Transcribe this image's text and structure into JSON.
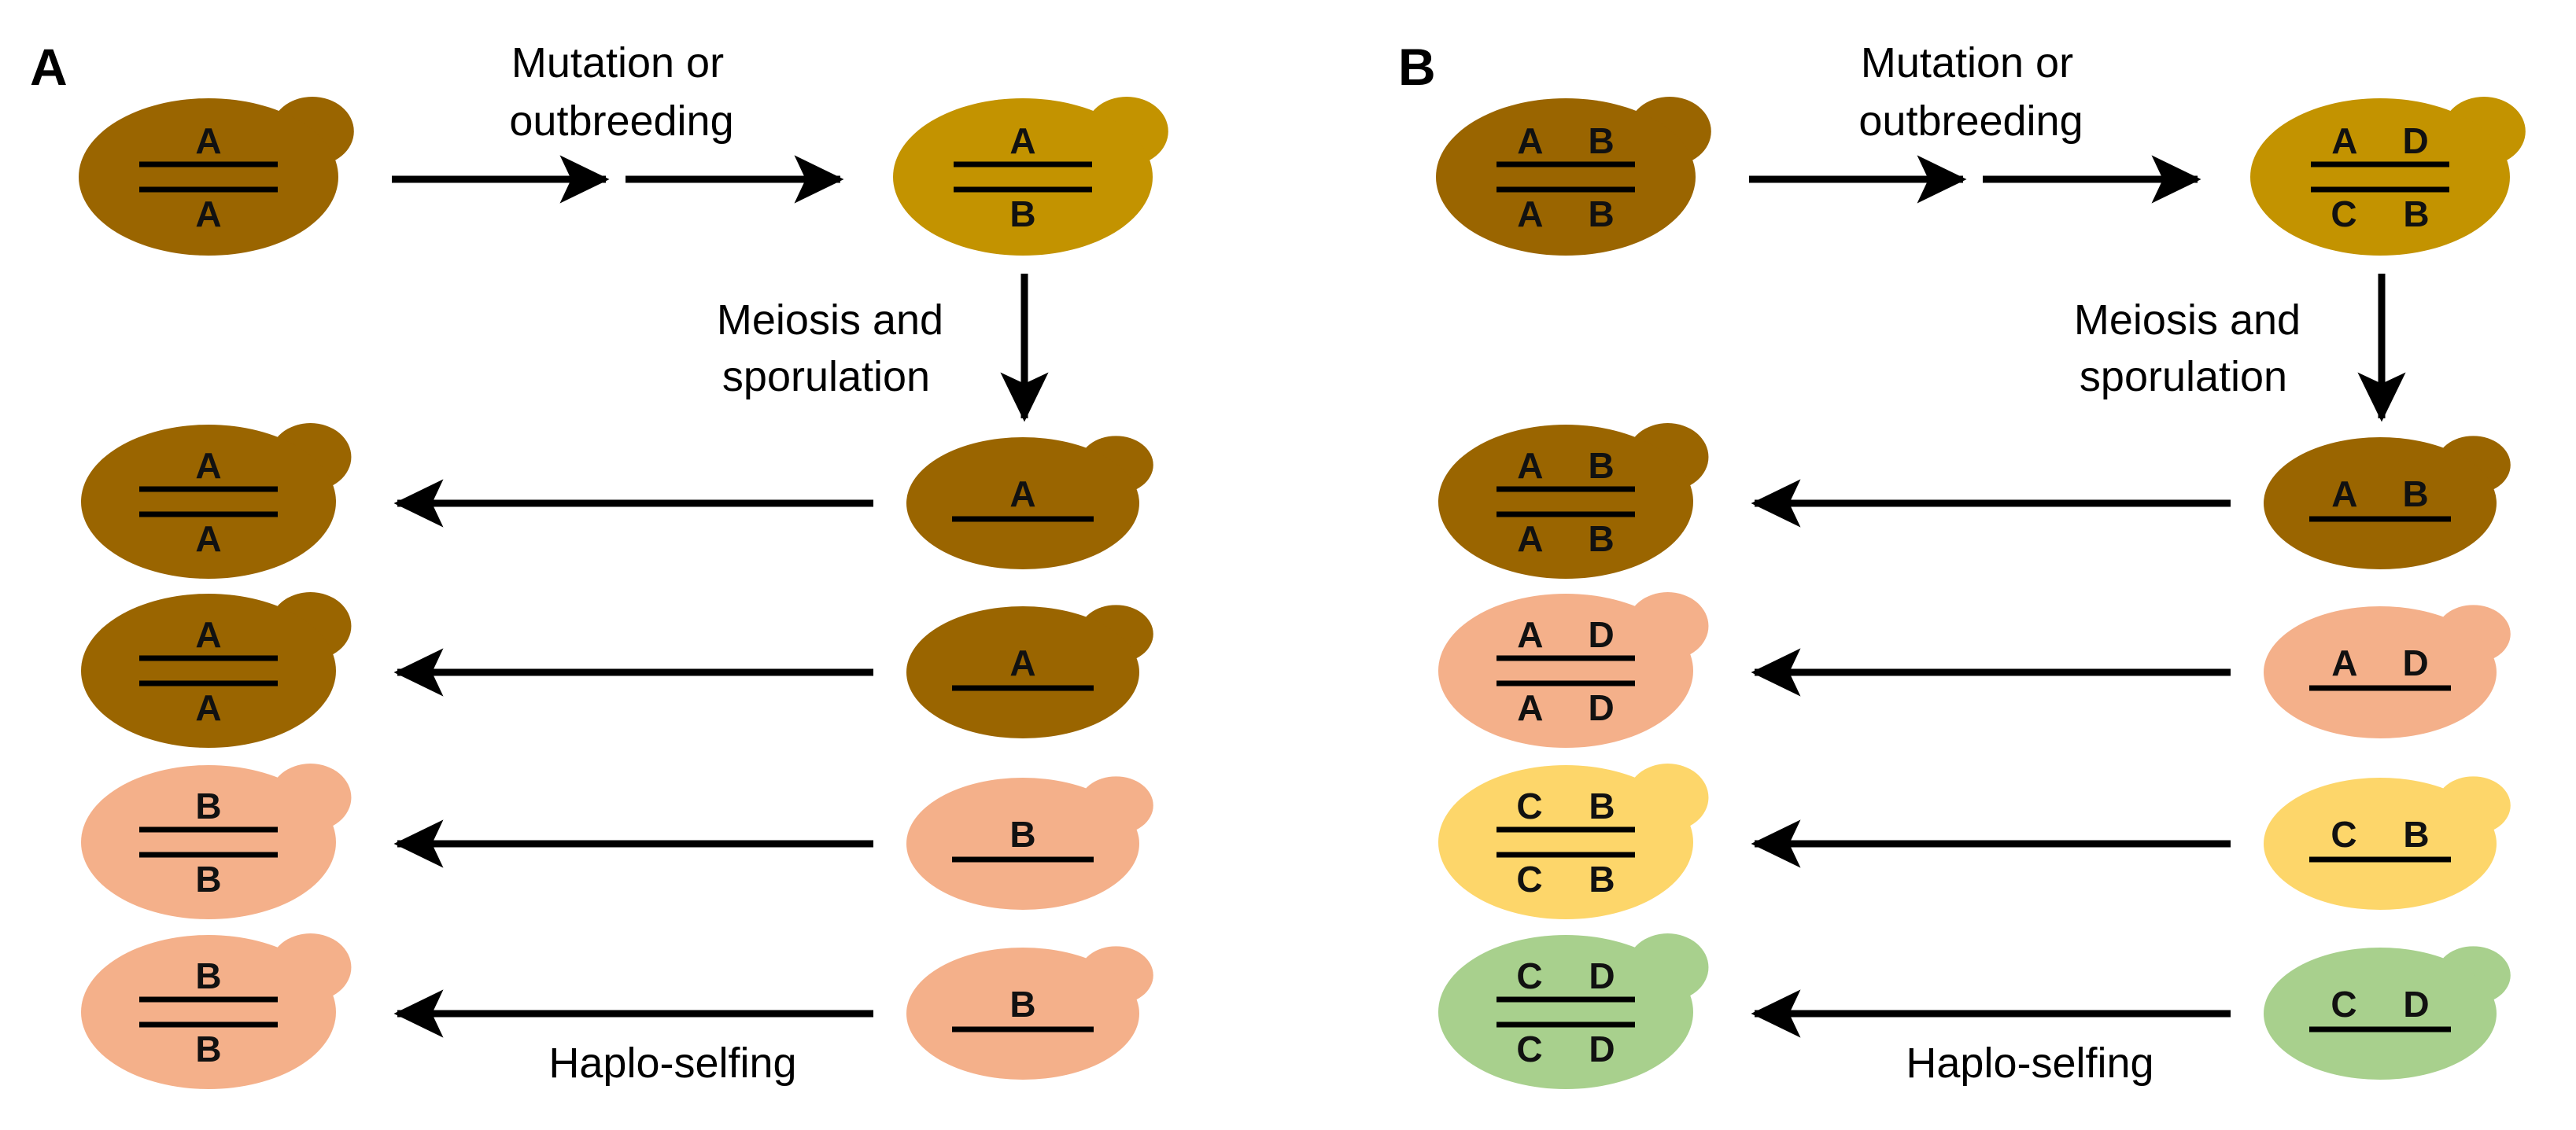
{
  "colors": {
    "dark_brown": "#9a6500",
    "gold": "#c39300",
    "salmon": "#f4b08a",
    "yellow": "#fdd66a",
    "green": "#a8d08d",
    "line": "#000000"
  },
  "panels": [
    {
      "id": "A",
      "label": "A",
      "captions": {
        "top": [
          "Mutation or",
          "outbreeding"
        ],
        "middle": [
          "Meiosis and",
          "sporulation"
        ],
        "bottom": "Haplo-selfing"
      },
      "parent": {
        "color": "dark_brown",
        "top": "A",
        "bottom": "A"
      },
      "hybrid": {
        "color": "gold",
        "top": "A",
        "bottom": "B"
      },
      "haploids": [
        {
          "color": "dark_brown",
          "alleles": "A"
        },
        {
          "color": "dark_brown",
          "alleles": "A"
        },
        {
          "color": "salmon",
          "alleles": "B"
        },
        {
          "color": "salmon",
          "alleles": "B"
        }
      ],
      "diploids": [
        {
          "color": "dark_brown",
          "top": "A",
          "bottom": "A"
        },
        {
          "color": "dark_brown",
          "top": "A",
          "bottom": "A"
        },
        {
          "color": "salmon",
          "top": "B",
          "bottom": "B"
        },
        {
          "color": "salmon",
          "top": "B",
          "bottom": "B"
        }
      ]
    },
    {
      "id": "B",
      "label": "B",
      "captions": {
        "top": [
          "Mutation or",
          "outbreeding"
        ],
        "middle": [
          "Meiosis and",
          "sporulation"
        ],
        "bottom": "Haplo-selfing"
      },
      "parent": {
        "color": "dark_brown",
        "top": "A B",
        "bottom": "A B"
      },
      "hybrid": {
        "color": "gold",
        "top": "A D",
        "bottom": "C B"
      },
      "haploids": [
        {
          "color": "dark_brown",
          "alleles": "A B"
        },
        {
          "color": "salmon",
          "alleles": "A D"
        },
        {
          "color": "yellow",
          "alleles": "C B"
        },
        {
          "color": "green",
          "alleles": "C D"
        }
      ],
      "diploids": [
        {
          "color": "dark_brown",
          "top": "A B",
          "bottom": "A B"
        },
        {
          "color": "salmon",
          "top": "A D",
          "bottom": "A D"
        },
        {
          "color": "yellow",
          "top": "C B",
          "bottom": "C B"
        },
        {
          "color": "green",
          "top": "C D",
          "bottom": "C D"
        }
      ]
    }
  ]
}
